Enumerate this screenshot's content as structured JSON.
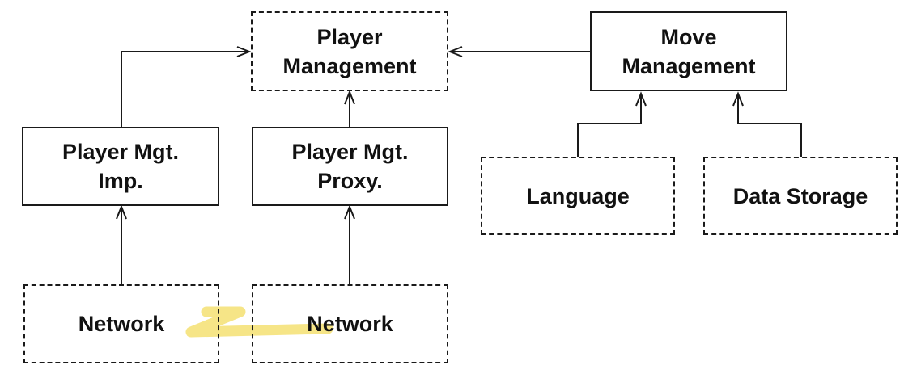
{
  "diagram": {
    "nodes": {
      "player_management": {
        "line1": "Player",
        "line2": "Management",
        "style": "dashed"
      },
      "move_management": {
        "line1": "Move",
        "line2": "Management",
        "style": "solid"
      },
      "player_mgt_imp": {
        "line1": "Player Mgt.",
        "line2": "Imp.",
        "style": "solid"
      },
      "player_mgt_proxy": {
        "line1": "Player Mgt.",
        "line2": "Proxy.",
        "style": "solid"
      },
      "language": {
        "label": "Language",
        "style": "dashed"
      },
      "data_storage": {
        "label": "Data Storage",
        "style": "dashed"
      },
      "network_left": {
        "label": "Network",
        "style": "dashed"
      },
      "network_right": {
        "label": "Network",
        "style": "dashed"
      }
    },
    "edges": [
      {
        "from": "player_mgt_imp",
        "to": "player_management"
      },
      {
        "from": "player_mgt_proxy",
        "to": "player_management"
      },
      {
        "from": "move_management",
        "to": "player_management"
      },
      {
        "from": "language",
        "to": "move_management"
      },
      {
        "from": "data_storage",
        "to": "move_management"
      },
      {
        "from": "network_left",
        "to": "player_mgt_imp"
      },
      {
        "from": "network_right",
        "to": "player_mgt_proxy"
      }
    ],
    "colors": {
      "line": "#1a1a1a",
      "network_link_highlight": "#f5e27a"
    }
  }
}
